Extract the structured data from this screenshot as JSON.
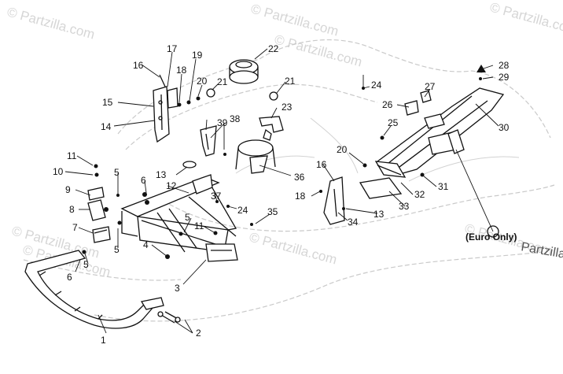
{
  "watermark": {
    "text": "© Partzilla.com",
    "text_small": "Partzilla"
  },
  "annotations": {
    "euro_only": "(Euro Only)"
  },
  "callouts": [
    "1",
    "2",
    "3",
    "4",
    "5",
    "6",
    "7",
    "8",
    "9",
    "10",
    "11",
    "12",
    "13",
    "14",
    "15",
    "16",
    "17",
    "18",
    "19",
    "20",
    "21",
    "22",
    "23",
    "24",
    "25",
    "26",
    "27",
    "28",
    "29",
    "30",
    "31",
    "32",
    "33",
    "34",
    "35",
    "36",
    "37",
    "38",
    "39"
  ]
}
